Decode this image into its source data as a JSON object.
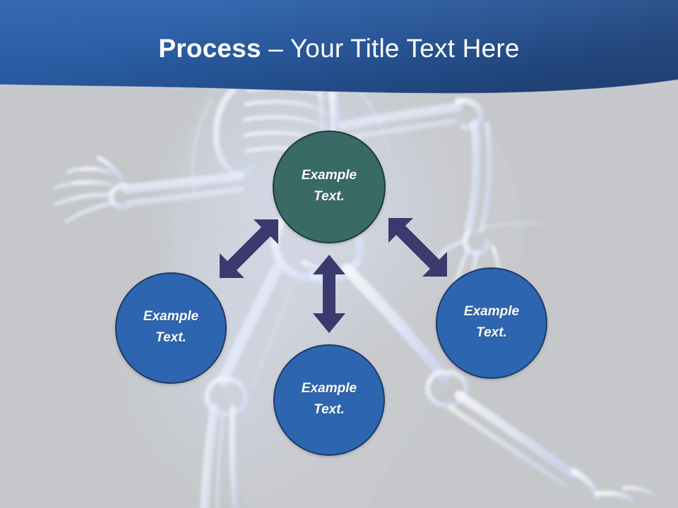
{
  "slide": {
    "title_bold": "Process",
    "title_rest": " – Your Title Text Here",
    "background_color": "#c5c7ca",
    "header_gradient_start": "#2a62ae",
    "header_gradient_end": "#224a86"
  },
  "background_image": {
    "name": "xray-skeleton-background",
    "description": "Translucent pale blue x-ray skeleton of a human body on grey background",
    "tint": "#e8eefc"
  },
  "diagram": {
    "type": "hub-and-spoke process diagram",
    "nodes": [
      {
        "id": "top",
        "label": "Example\nText.",
        "color": "#3a6a66",
        "border_color": "#1f3b39",
        "position": "top-center"
      },
      {
        "id": "left",
        "label": "Example\nText.",
        "color": "#2e65b0",
        "border_color": "#1d3a69",
        "position": "middle-left"
      },
      {
        "id": "bottom",
        "label": "Example\nText.",
        "color": "#2e65b0",
        "border_color": "#1d3a69",
        "position": "bottom-center"
      },
      {
        "id": "right",
        "label": "Example\nText.",
        "color": "#2e65b0",
        "border_color": "#1d3a69",
        "position": "middle-right"
      }
    ],
    "connectors": [
      {
        "id": "top-left",
        "style": "double-headed arrow",
        "direction": "diagonal-up-right",
        "color": "#3a3a6e"
      },
      {
        "id": "top-bottom",
        "style": "double-headed arrow",
        "direction": "vertical",
        "color": "#3a3a6e"
      },
      {
        "id": "top-right",
        "style": "double-headed arrow",
        "direction": "diagonal-down-right",
        "color": "#3a3a6e"
      }
    ]
  }
}
